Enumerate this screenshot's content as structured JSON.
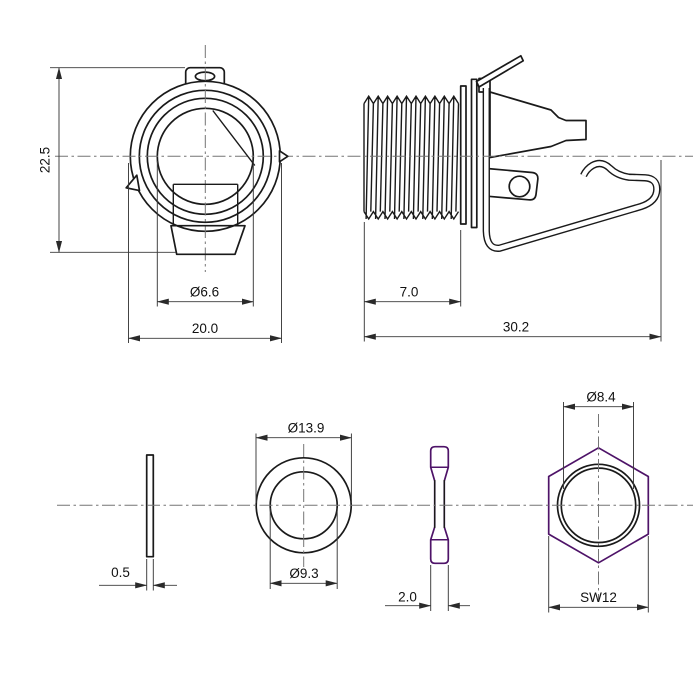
{
  "drawing": {
    "kind": "technical-drawing",
    "colors": {
      "background": "#ffffff",
      "line": "#1a1a1a",
      "dim_line": "#3a3a3a",
      "centerline": "#757575",
      "accent_purple": "#4e1368"
    },
    "dimensions": {
      "front_height": "22.5",
      "front_hole_diameter": "Ø6.6",
      "front_outer_diameter": "20.0",
      "thread_length": "7.0",
      "overall_length": "30.2",
      "washer_thickness": "0.5",
      "washer_outer_diameter": "Ø13.9",
      "washer_inner_diameter": "Ø9.3",
      "nut_thickness": "2.0",
      "nut_hole_diameter": "Ø8.4",
      "nut_wrench_size": "SW12"
    }
  }
}
